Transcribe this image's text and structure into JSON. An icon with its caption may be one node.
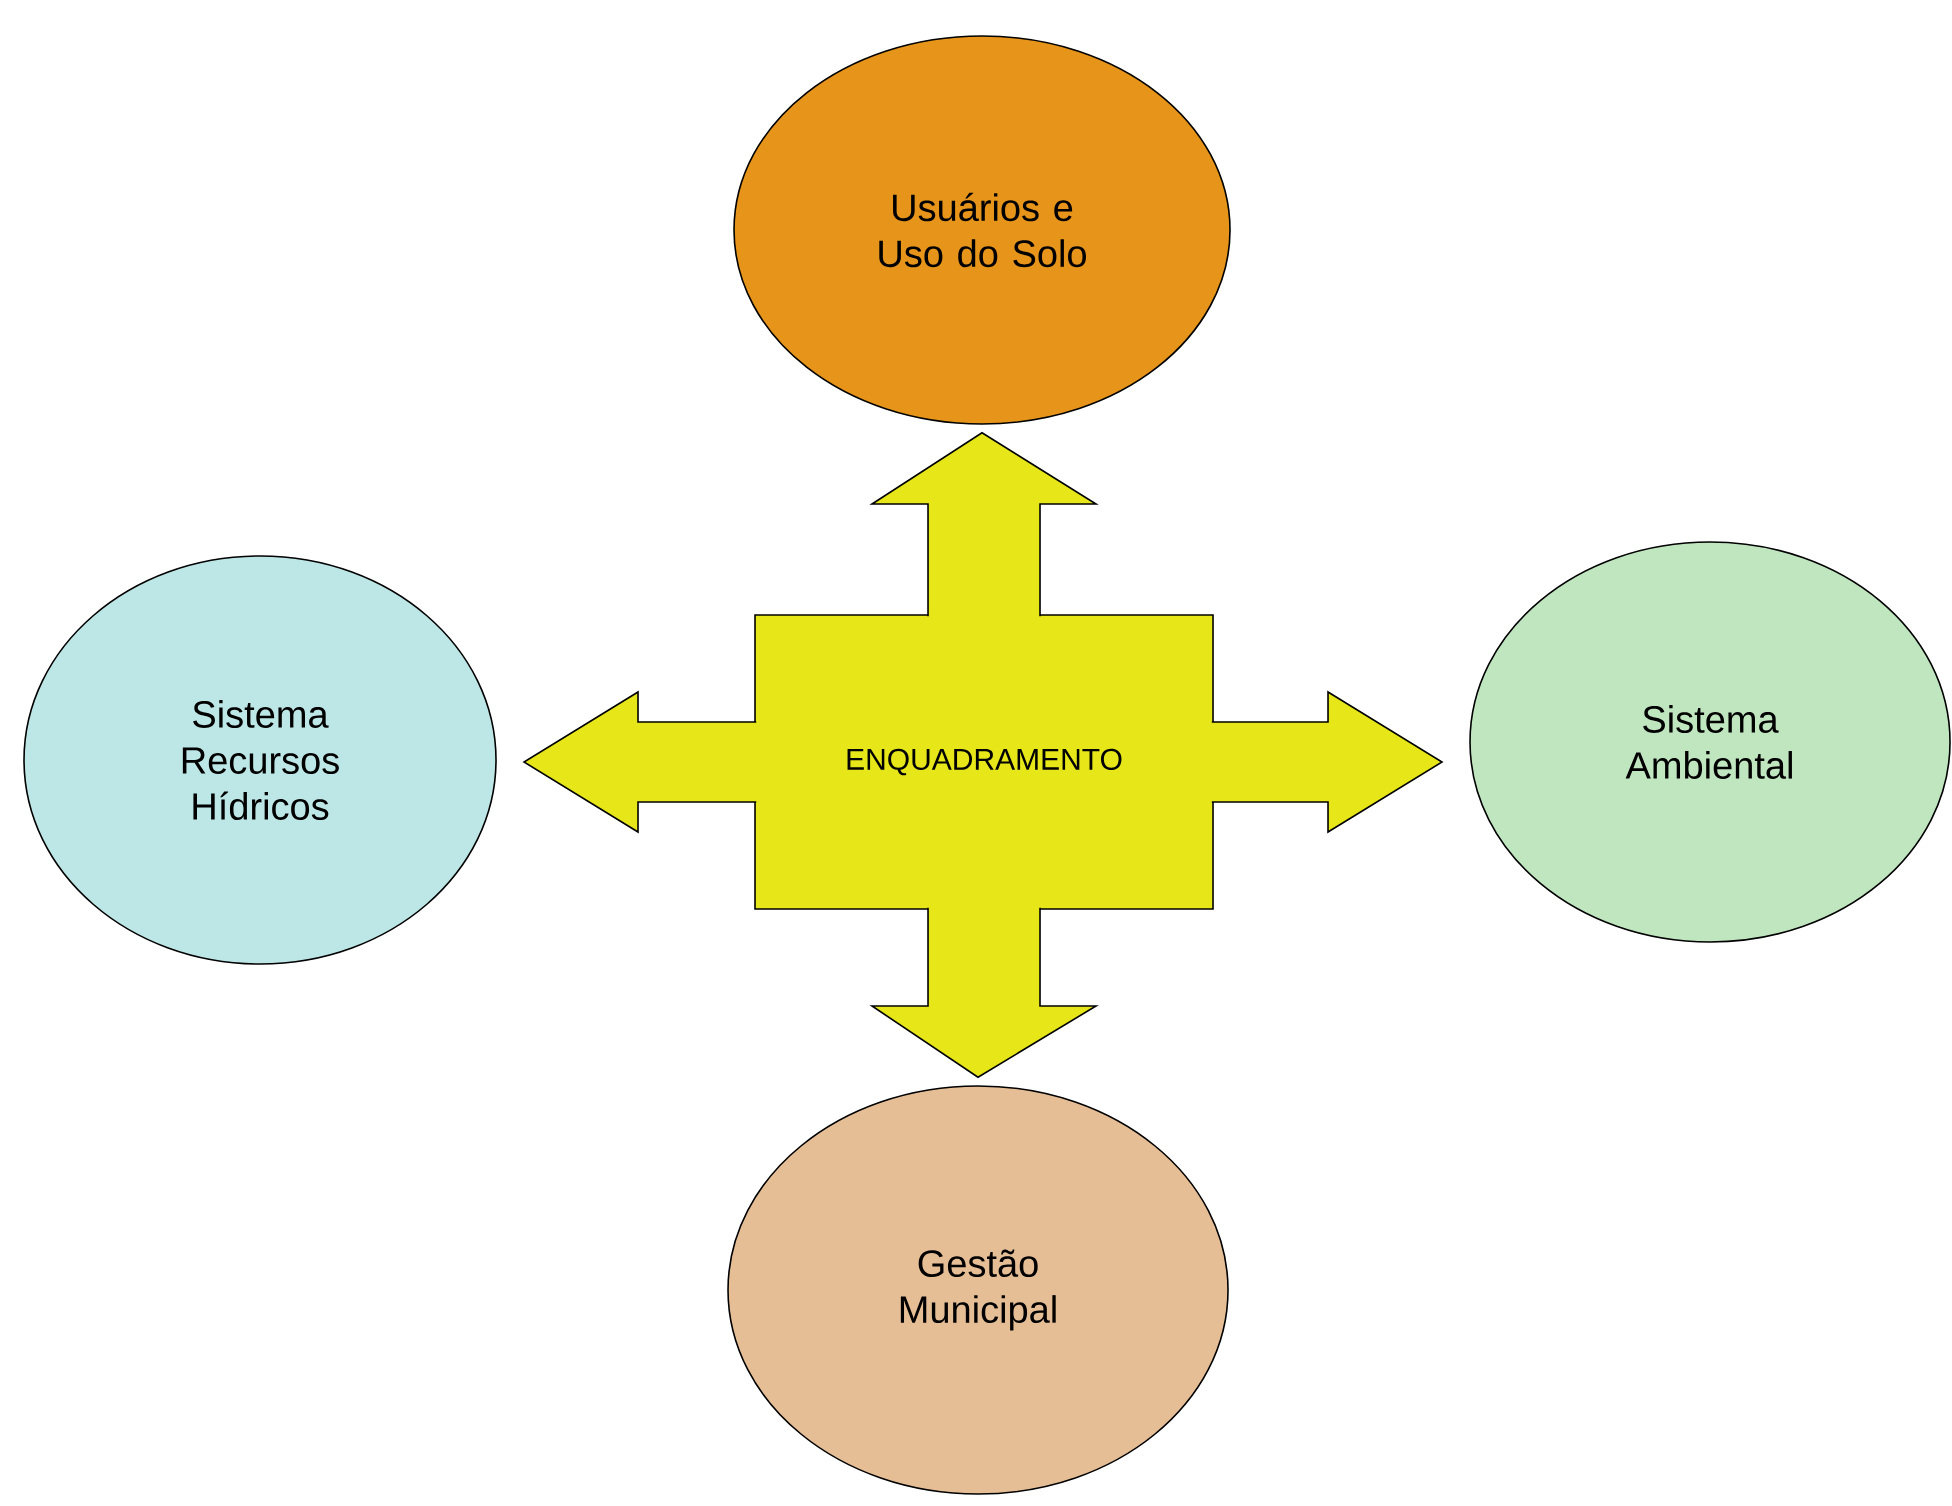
{
  "diagram": {
    "nodes": [
      {
        "text": [
          "Usuários e Uso do Solo"
        ]
      },
      {
        "text": [
          "Sistema Recursos Hídricos"
        ]
      },
      {
        "text": [
          "ENQUADRAMENTO"
        ]
      },
      {
        "text": [
          "Sistema Ambiental"
        ]
      },
      {
        "text": [
          "Gestão Municipal"
        ]
      }
    ],
    "edges": [
      {
        "from": 2,
        "to": 0,
        "arrow": "to"
      },
      {
        "from": 2,
        "to": 1,
        "arrow": "to"
      },
      {
        "from": 2,
        "to": 3,
        "arrow": "to"
      },
      {
        "from": 2,
        "to": 4,
        "arrow": "to"
      }
    ]
  }
}
